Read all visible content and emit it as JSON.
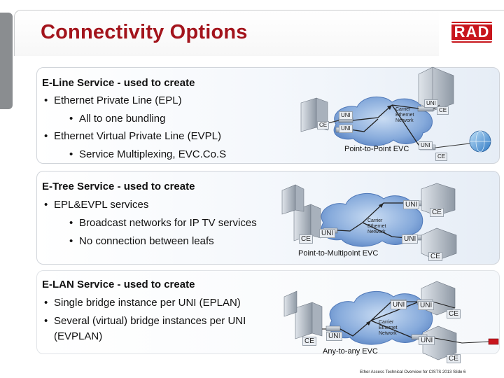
{
  "title": "Connectivity Options",
  "logo": "RAD",
  "eline": {
    "heading": "E-Line Service - used to create",
    "items": [
      "Ethernet Private Line (EPL)",
      "All to one bundling",
      "Ethernet  Virtual Private Line (EVPL)",
      "Service Multiplexing, EVC.Co.S"
    ],
    "evc_label": "Point-to-Point EVC"
  },
  "etree": {
    "heading": "E-Tree  Service - used to create",
    "items": [
      "EPL&EVPL services",
      "Broadcast networks for IP TV services",
      "No connection between leafs"
    ],
    "evc_label": "Point-to-Multipoint EVC"
  },
  "elan": {
    "heading": "E-LAN Service - used to create",
    "items": [
      "Single bridge instance per UNI (EPLAN)",
      "Several (virtual) bridge instances per UNI",
      "(EVPLAN)"
    ],
    "evc_label": "Any-to-any EVC"
  },
  "diagram_labels": {
    "uni": "UNI",
    "ce": "CE",
    "cloud_line1": "Carrier",
    "cloud_line2": "Ethernet",
    "cloud_line3": "Network"
  },
  "footer": "Ether Access Technical Overview for CISTS 2013 Slide 6",
  "colors": {
    "title": "#a3141c",
    "logo_bg": "#c8161d",
    "cloud": "#5c86c5",
    "link": "#111111"
  }
}
